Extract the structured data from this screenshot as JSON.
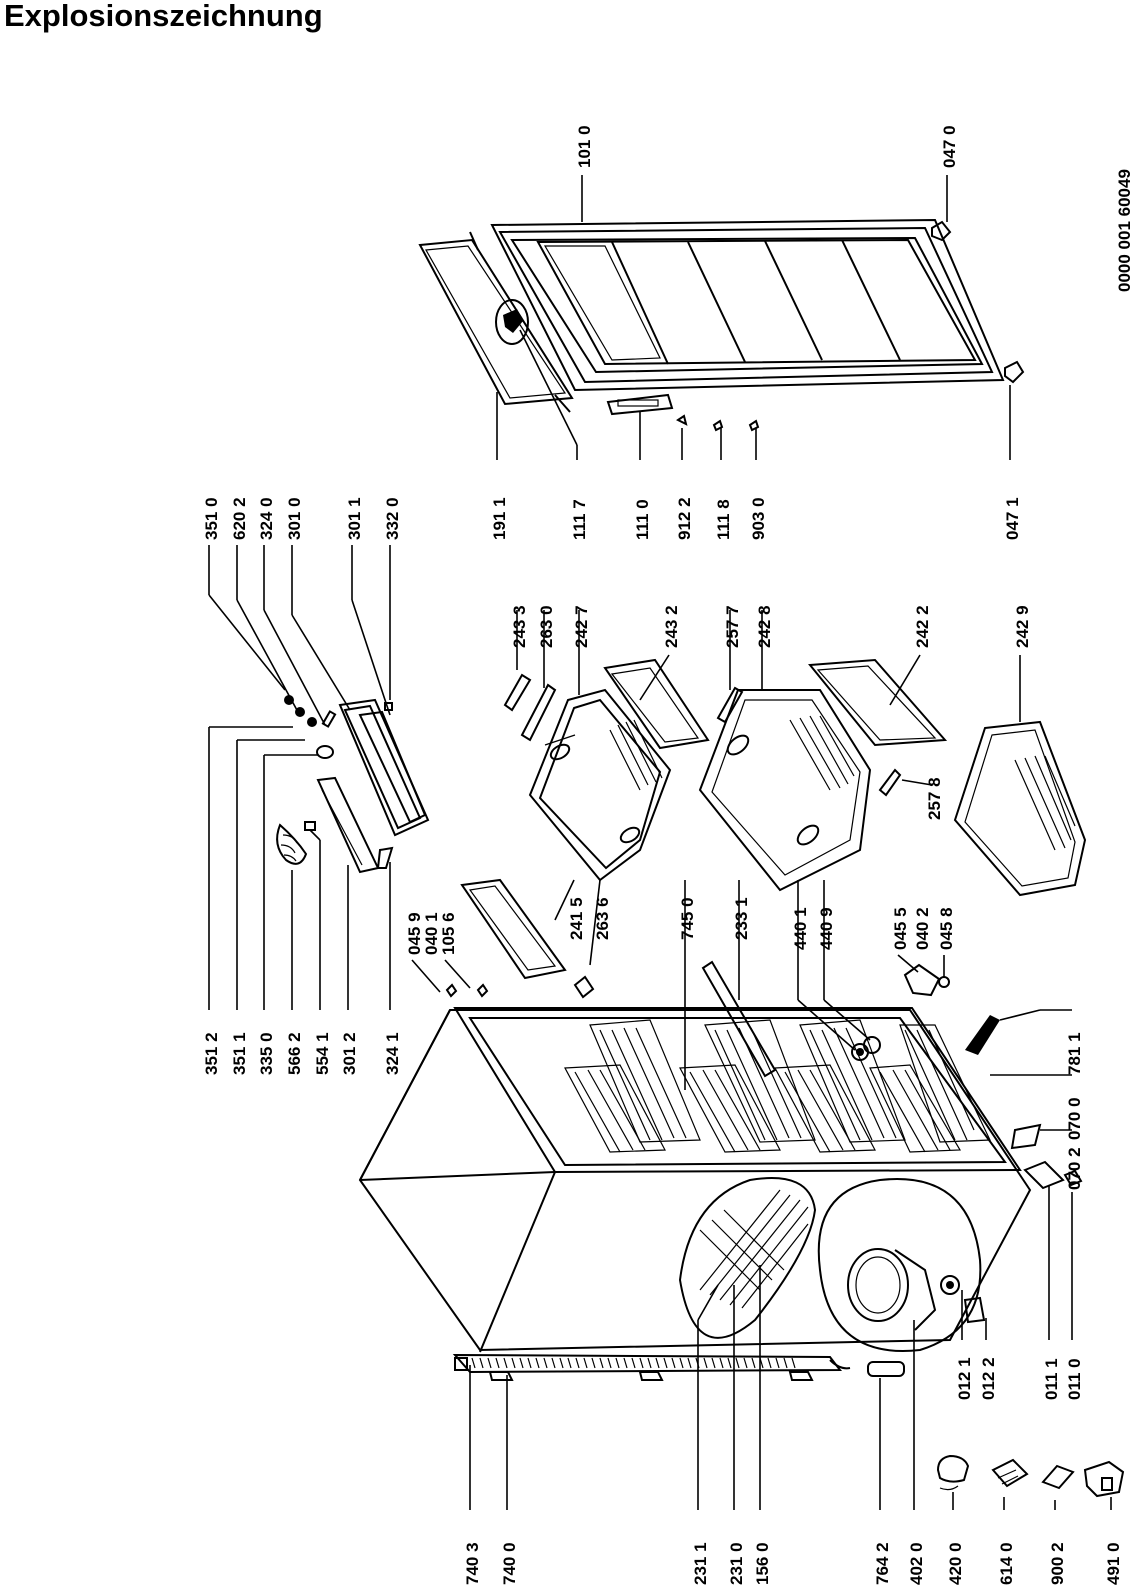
{
  "title": "Explosionszeichnung",
  "document_number": "0000 001 60049",
  "callouts": {
    "c3512": "351 2",
    "c3511": "351 1",
    "c3350": "335 0",
    "c5662": "566 2",
    "c5541": "554 1",
    "c3012": "301 2",
    "c3241": "324 1",
    "c7403": "740 3",
    "c7400": "740 0",
    "c2311": "231 1",
    "c2310": "231 0",
    "c1560": "156 0",
    "c7642": "764 2",
    "c4020": "402 0",
    "c4200": "420 0",
    "c6140": "614 0",
    "c9002": "900 2",
    "c4910": "491 0",
    "c3510": "351 0",
    "c6202": "620 2",
    "c3240": "324 0",
    "c3010": "301 0",
    "c3011": "301 1",
    "c3320": "332 0",
    "c0459": "045 9",
    "c0401": "040 1",
    "c1056": "105 6",
    "c2415": "241 5",
    "c2636": "263 6",
    "c7450": "745 0",
    "c2331": "233 1",
    "c4401": "440 1",
    "c4409": "440 9",
    "c0455": "045 5",
    "c0402": "040 2",
    "c0458": "045 8",
    "c7811": "781 1",
    "c0700": "070 0",
    "c0702": "070 2",
    "c0121": "012 1",
    "c0122": "012 2",
    "c0111": "011 1",
    "c0110": "011 0",
    "c2433": "243 3",
    "c2630": "263 0",
    "c2427": "242 7",
    "c2432": "243 2",
    "c2577": "257 7",
    "c2428": "242 8",
    "c2422": "242 2",
    "c2578": "257 8",
    "c2429": "242 9",
    "c1911": "191 1",
    "c1117": "111 7",
    "c1110": "111 0",
    "c9122": "912 2",
    "c1118": "111 8",
    "c9030": "903 0",
    "c0471": "047 1",
    "c1010": "101 0",
    "c0470": "047 0"
  }
}
